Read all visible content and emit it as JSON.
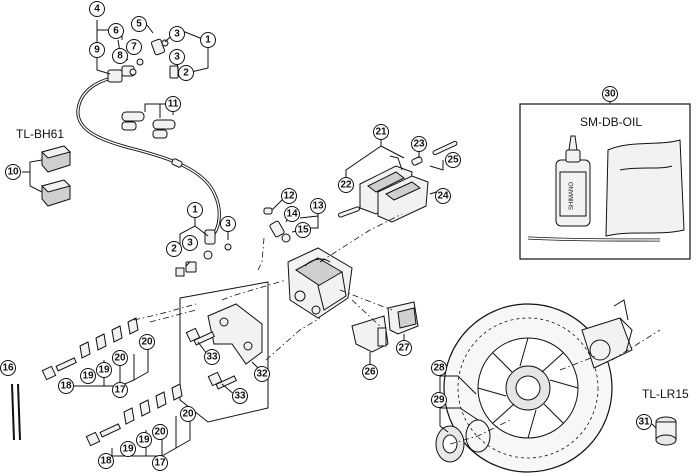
{
  "labels": {
    "tool_bleed_block": "TL-BH61",
    "tool_lockring": "TL-LR15",
    "oil": "SM-DB-OIL",
    "oil_bottle_text": "SHIMANO"
  },
  "callouts": {
    "c1a": "1",
    "c2a": "2",
    "c3a": "3",
    "c3b": "3",
    "c4": "4",
    "c5": "5",
    "c6": "6",
    "c7": "7",
    "c8": "8",
    "c9": "9",
    "c10": "10",
    "c11": "11",
    "c1b": "1",
    "c2b": "2",
    "c3c": "3",
    "c3d": "3",
    "c12": "12",
    "c13": "13",
    "c14": "14",
    "c15": "15",
    "c16": "16",
    "c17a": "17",
    "c17b": "17",
    "c18a": "18",
    "c18b": "18",
    "c19a": "19",
    "c19b": "19",
    "c19c": "19",
    "c19d": "19",
    "c20a": "20",
    "c20b": "20",
    "c20c": "20",
    "c20d": "20",
    "c21": "21",
    "c22": "22",
    "c23": "23",
    "c24": "24",
    "c25": "25",
    "c26": "26",
    "c27": "27",
    "c28": "28",
    "c29": "29",
    "c30": "30",
    "c31": "31",
    "c32": "32",
    "c33a": "33",
    "c33b": "33"
  },
  "colors": {
    "ink": "#111111",
    "paper": "#ffffff"
  }
}
